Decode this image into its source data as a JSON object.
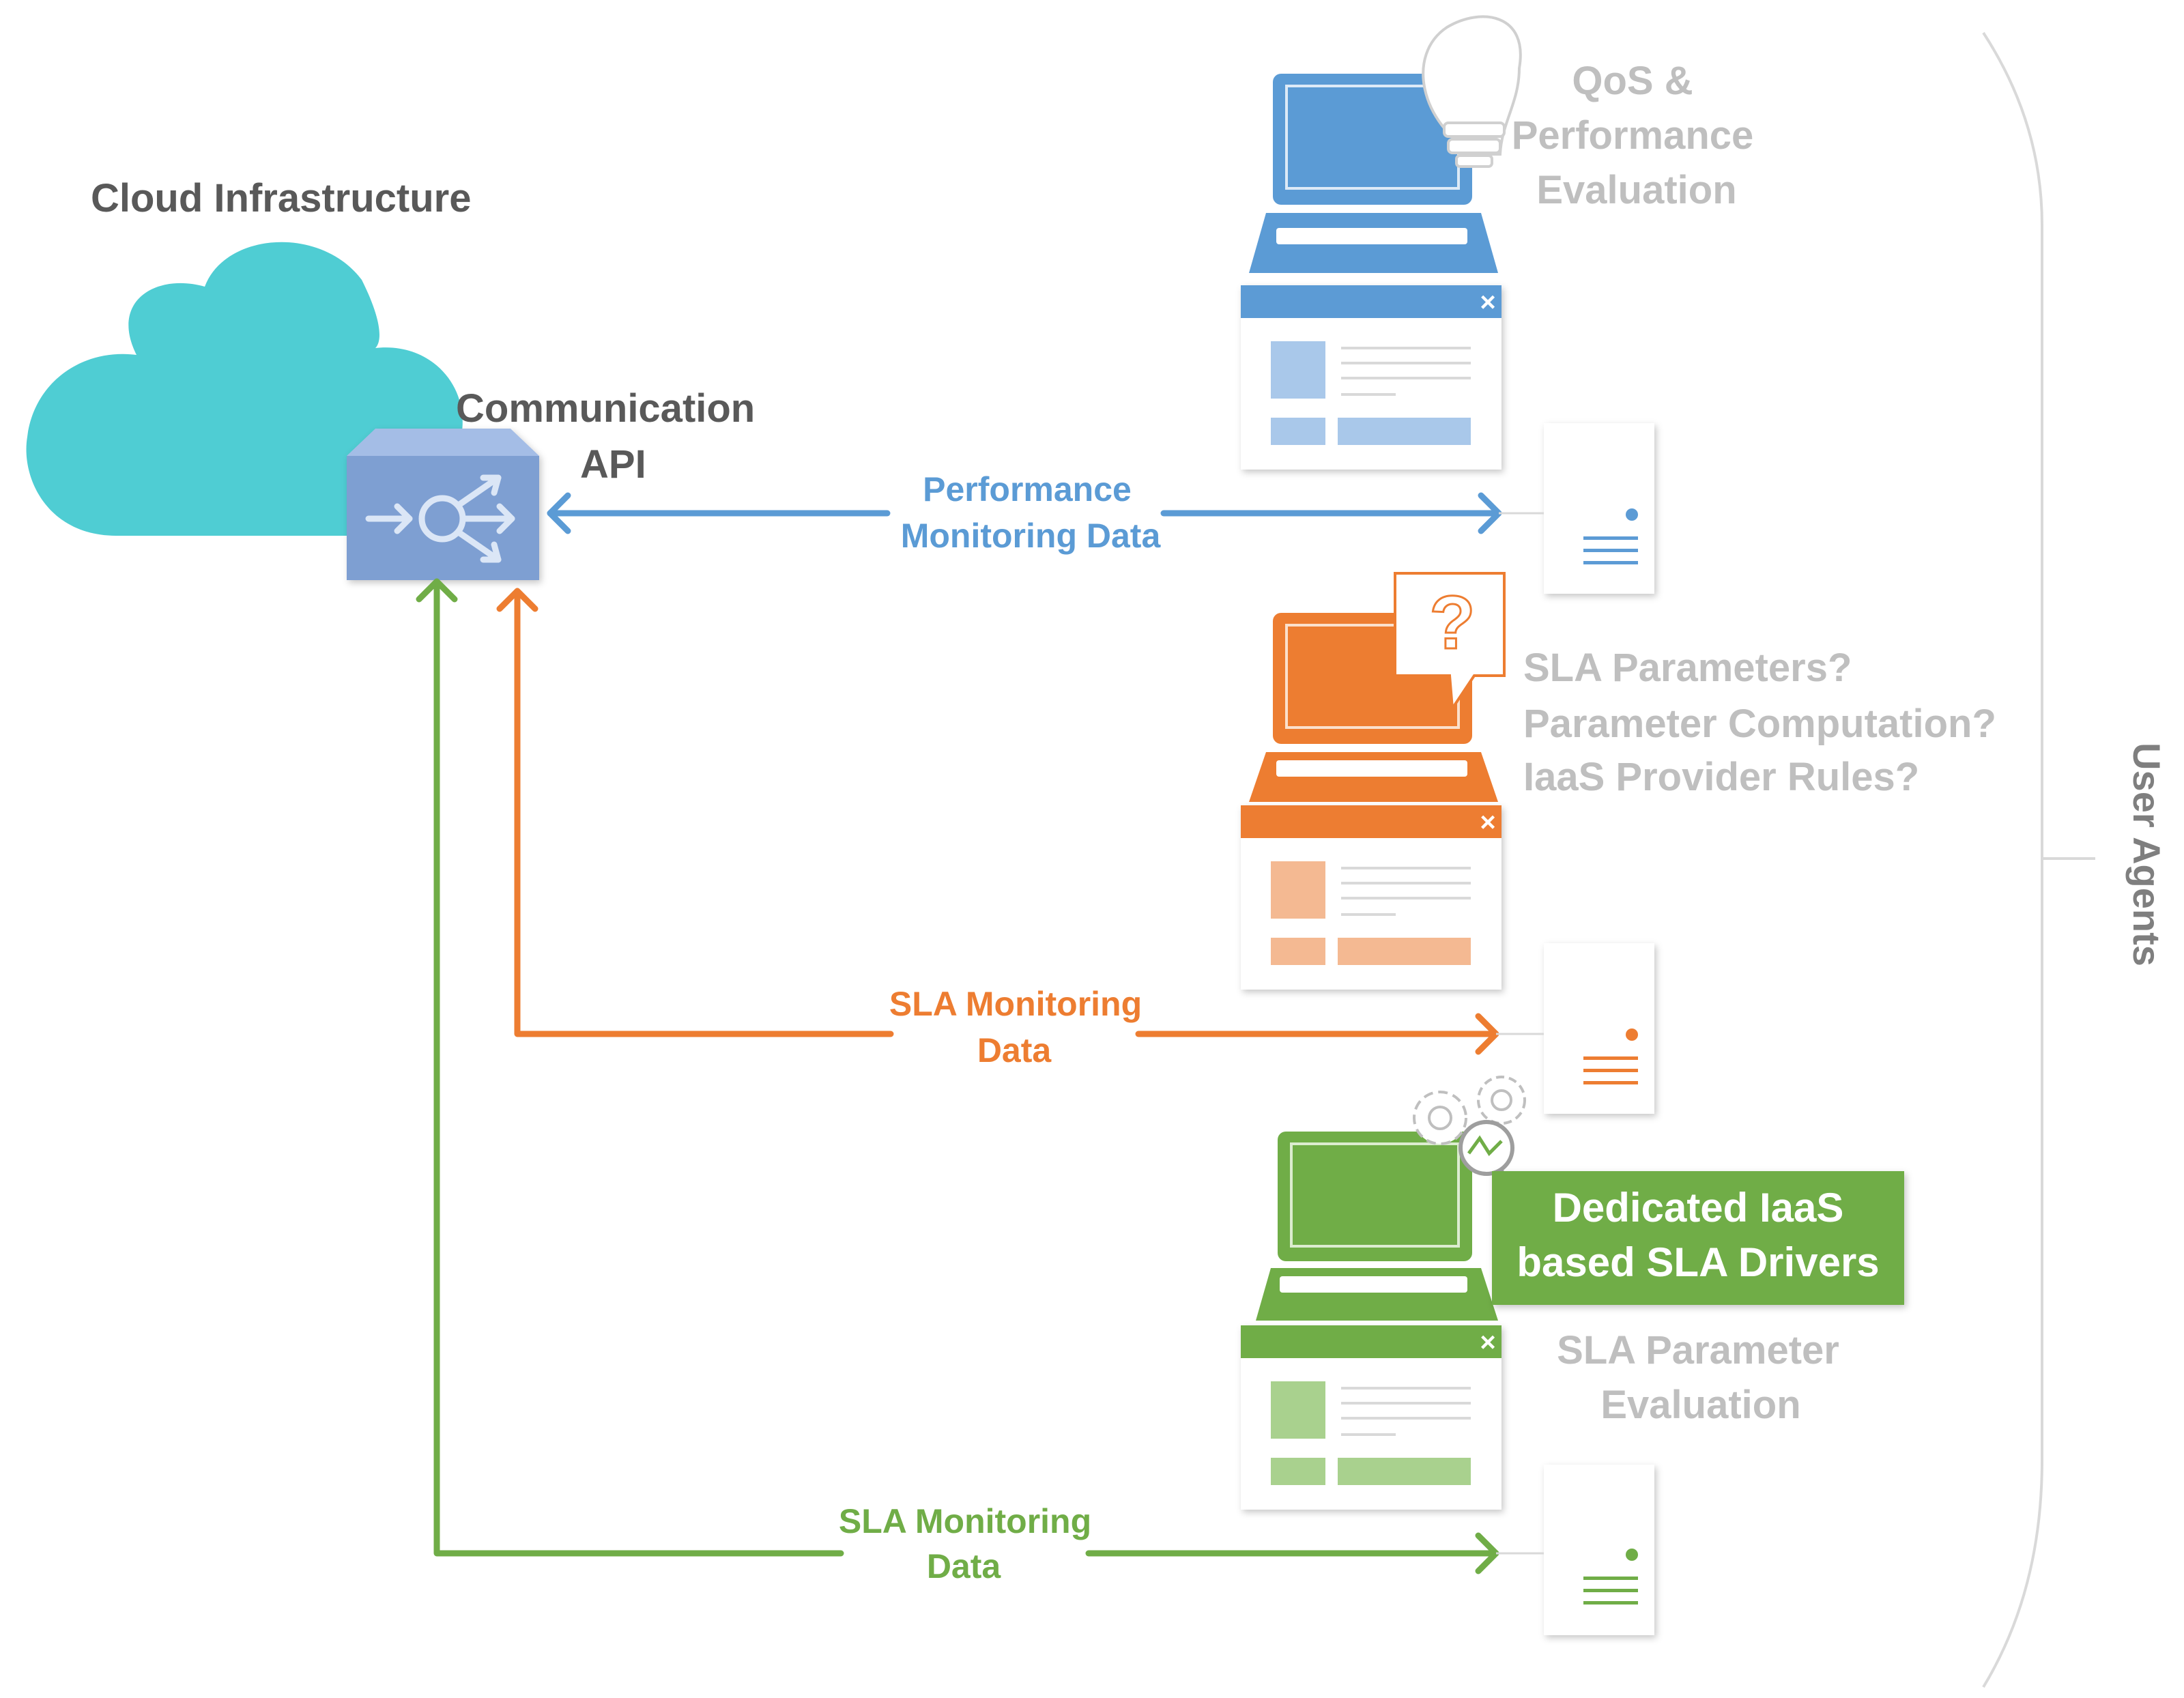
{
  "labels": {
    "cloud": "Cloud Infrastructure",
    "api_line1": "Communication",
    "api_line2": "API",
    "qos": [
      "QoS &",
      "Performance",
      "Evaluation"
    ],
    "sla_questions": [
      "SLA Parameters?",
      "Parameter Computation?",
      "IaaS Provider Rules?"
    ],
    "dedicated": [
      "Dedicated IaaS",
      "based SLA Drivers"
    ],
    "sla_param_eval": [
      "SLA Parameter",
      "Evaluation"
    ],
    "user_agents": "User Agents"
  },
  "flows": {
    "performance": [
      "Performance",
      "Monitoring Data"
    ],
    "sla_orange": [
      "SLA Monitoring",
      "Data"
    ],
    "sla_green": [
      "SLA Monitoring",
      "Data"
    ]
  },
  "icons": {
    "close_glyph": "×",
    "question_glyph": "?"
  },
  "colors": {
    "blue": "#5b9bd5",
    "orange": "#ed7d31",
    "green": "#70ad47",
    "cloud": "#4fcdd3",
    "api_box": "#7e9fd2",
    "light_text": "#bfbfbf",
    "dark_text": "#595959"
  }
}
